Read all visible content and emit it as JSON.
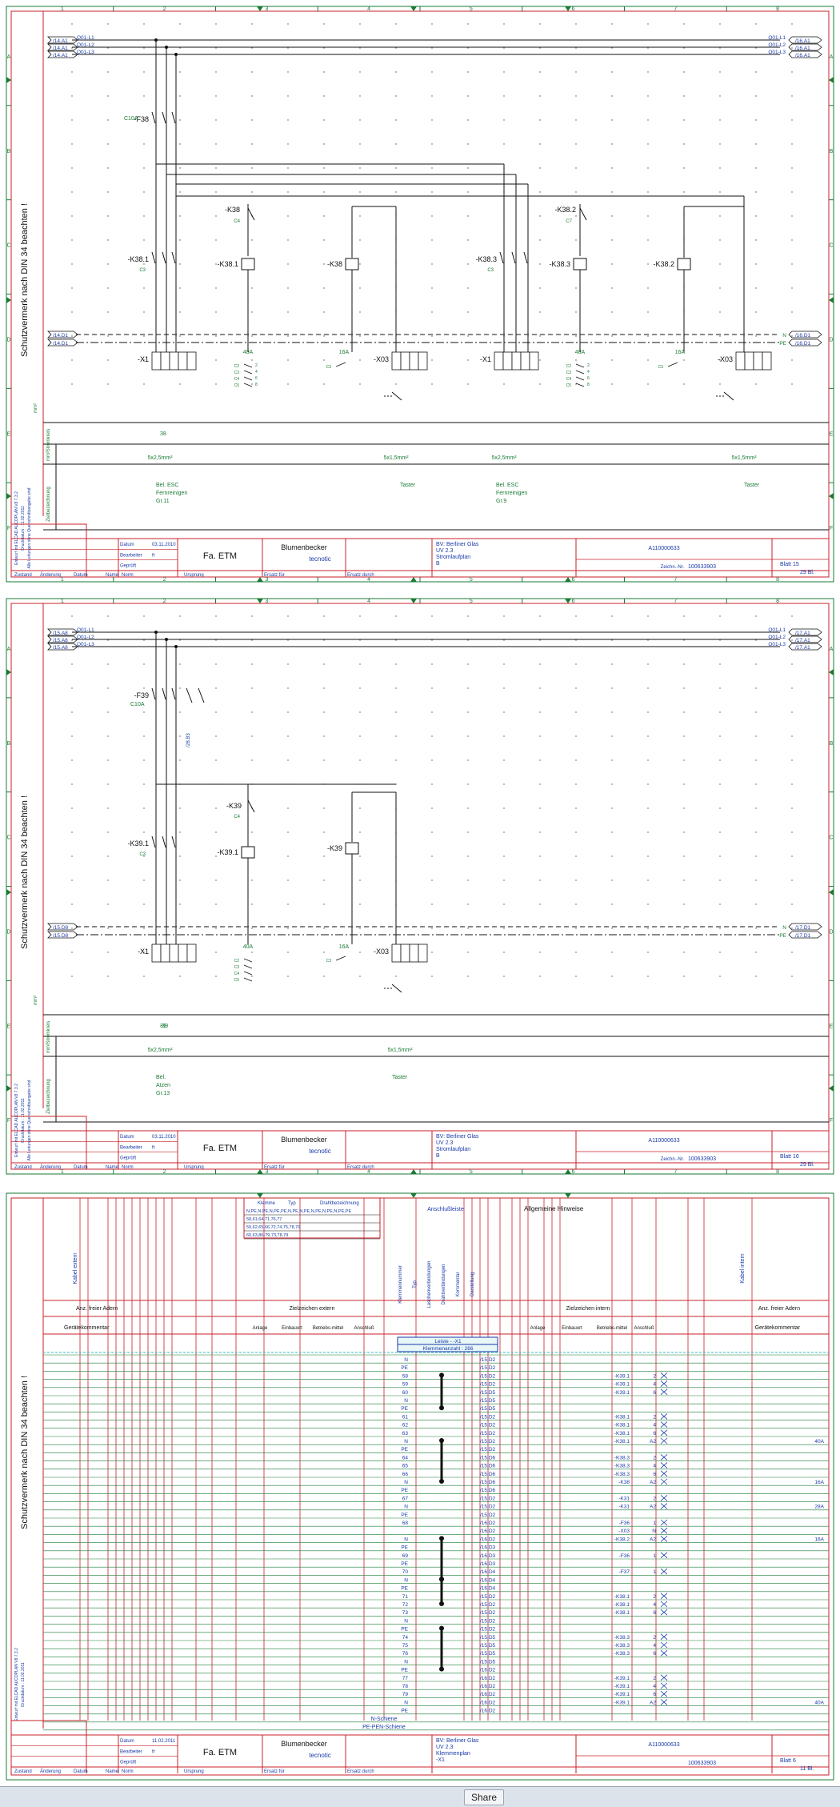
{
  "sheets": [
    {
      "cols": [
        "1",
        "2",
        "3",
        "4",
        "5",
        "6",
        "7",
        "8"
      ],
      "rows": [
        "A",
        "B",
        "C",
        "D",
        "E",
        "F"
      ],
      "protect_note": "Schutzvermerk nach DIN 34 beachten !",
      "bus_left": [
        {
          "ref": "/14.A1",
          "label": "Q01-L1"
        },
        {
          "ref": "/14.A1",
          "label": "Q01-L2"
        },
        {
          "ref": "/14.A1",
          "label": "Q01-L3"
        }
      ],
      "bus_right": [
        {
          "ref": "/16.A1",
          "label": "Q01-L1"
        },
        {
          "ref": "/16.A1",
          "label": "Q01-L2"
        },
        {
          "ref": "/16.A1",
          "label": "Q01-L3"
        }
      ],
      "n_left": [
        {
          "ref": "/14.D1"
        },
        {
          "ref": "/14.D1"
        }
      ],
      "n_right": [
        {
          "ref": "/16.D1",
          "label": "N"
        },
        {
          "ref": "/16.D1",
          "label": "PE"
        }
      ],
      "breaker": {
        "tag": "-F38",
        "rating": "C10A"
      },
      "contactors": [
        {
          "tag": "-K38",
          "sub": "C4"
        },
        {
          "tag": "-K38.1",
          "sub": "C3"
        },
        {
          "tag": "-K38.1",
          "sub": ""
        },
        {
          "tag": "-K38",
          "sub": ""
        },
        {
          "tag": "-K38.2",
          "sub": "C7"
        },
        {
          "tag": "-K38.3",
          "sub": "C3"
        },
        {
          "tag": "-K38.3",
          "sub": ""
        },
        {
          "tag": "-K38.2",
          "sub": ""
        }
      ],
      "terminals": [
        "-X1",
        "-X03",
        "-X1",
        "-X03"
      ],
      "ratings": [
        "40A",
        "16A",
        "40A",
        "16A"
      ],
      "circuit": "38",
      "cables": [
        "5x2,5mm²",
        "5x1,5mm²",
        "5x2,5mm²",
        "5x1,5mm²"
      ],
      "descs": [
        [
          "Bel. ESC",
          "Fernreinigen",
          "Gr.11"
        ],
        [
          "Taster"
        ],
        [
          "Bel. ESC",
          "Fernreinigen",
          "Gr.9"
        ],
        [
          "Taster"
        ]
      ],
      "side_labels": [
        "Stromkreis",
        "mm²",
        "Zielbezeichnung"
      ],
      "tb": {
        "datum": "Datum",
        "datum_v": "03.11.2010",
        "bearb": "Bearbeiter",
        "bearb_v": "fr",
        "gepr": "Geprüft",
        "firm": "Fa. ETM",
        "logo1": "Blumenbecker",
        "logo2": "tecnotic",
        "project1": "BV: Berliner Glas",
        "project2": "UV 2.3",
        "project3": "Stromlaufplan",
        "project4": "B",
        "order": "A110000633",
        "drawno_l": "Zeichn.-Nr.",
        "drawno": "100633903",
        "sheet": "Blatt 15",
        "sheet_total": "29 Bl.",
        "foot": [
          "Zustand",
          "Änderung",
          "Datum",
          "Name",
          "Norm",
          "Ursprung",
          "Ersatz für",
          "Ersatz durch"
        ]
      }
    },
    {
      "cols": [
        "1",
        "2",
        "3",
        "4",
        "5",
        "6",
        "7",
        "8"
      ],
      "rows": [
        "A",
        "B",
        "C",
        "D",
        "E",
        "F"
      ],
      "protect_note": "Schutzvermerk nach DIN 34 beachten !",
      "bus_left": [
        {
          "ref": "/15.A8",
          "label": "Q01-L1"
        },
        {
          "ref": "/15.A8",
          "label": "Q01-L2"
        },
        {
          "ref": "/15.A8",
          "label": "Q01-L3"
        }
      ],
      "bus_right": [
        {
          "ref": "/17.A1",
          "label": "Q01-L1"
        },
        {
          "ref": "/17.A1",
          "label": "Q01-L2"
        },
        {
          "ref": "/17.A1",
          "label": "Q01-L3"
        }
      ],
      "n_left": [
        {
          "ref": "/15.D8"
        },
        {
          "ref": "/15.D8"
        }
      ],
      "n_right": [
        {
          "ref": "/17.D1",
          "label": "N"
        },
        {
          "ref": "/17.D1",
          "label": "PE"
        }
      ],
      "breaker": {
        "tag": "-F39",
        "rating": "C10A",
        "ref": "/28.B3"
      },
      "contactors": [
        {
          "tag": "-K39",
          "sub": "C4"
        },
        {
          "tag": "-K39.1",
          "sub": "C3"
        },
        {
          "tag": "-K39.1",
          "sub": ""
        },
        {
          "tag": "-K39",
          "sub": ""
        }
      ],
      "terminals": [
        "-X1",
        "-X03"
      ],
      "ratings": [
        "40A",
        "16A"
      ],
      "circuit": "39",
      "cables": [
        "5x2,5mm²",
        "5x1,5mm²"
      ],
      "descs": [
        [
          "Bel.",
          "Atzen",
          "Gr.13"
        ],
        [
          "Taster"
        ]
      ],
      "side_labels": [
        "Stromkreis",
        "mm²",
        "Zielbezeichnung"
      ],
      "tb": {
        "datum": "Datum",
        "datum_v": "03.11.2010",
        "bearb": "Bearbeiter",
        "bearb_v": "fr",
        "gepr": "Geprüft",
        "firm": "Fa. ETM",
        "logo1": "Blumenbecker",
        "logo2": "tecnotic",
        "project1": "BV: Berliner Glas",
        "project2": "UV 2.3",
        "project3": "Stromlaufplan",
        "project4": "B",
        "order": "A110000633",
        "drawno_l": "Zeichn.-Nr.",
        "drawno": "100633903",
        "sheet": "Blatt 16",
        "sheet_total": "29 Bl.",
        "foot": [
          "Zustand",
          "Änderung",
          "Datum",
          "Name",
          "Norm",
          "Ursprung",
          "Ersatz für",
          "Ersatz durch"
        ]
      }
    }
  ],
  "terminal_sheet": {
    "protect_note": "Schutzvermerk nach DIN 34 beachten !",
    "kabel_extern": "Kabel extern",
    "kabel_intern": "Kabel intern",
    "header_rows": [
      "Klemme",
      "Typ",
      "Drahtbezeichnung"
    ],
    "header_lines": [
      "N,PE,N,PE,N,PE,PE,N,PE,N,PE,N,PE,N,PE,N,PE,PE",
      "58,61,64,71,76,77",
      "59,62,65,66,72,74,75,78,79",
      "60,63,86-79,73,78,79"
    ],
    "anschluss": "Anschlußleiste",
    "hinweise": "Allgemeine Hinweise",
    "vert_labels": [
      "Klemmennummer",
      "Typ",
      "Laschenverbindungen",
      "Drahtverbindungen",
      "Kommentar",
      "Darstellung"
    ],
    "left_head": {
      "adern": "Anz. freier Adern",
      "ziel": "Zielzeichen extern",
      "geraet": "Gerätekommentar",
      "cols": [
        "Anlage",
        "Einbauort",
        "Betriebs-mittel",
        "Anschluß"
      ]
    },
    "right_head": {
      "adern": "Anz. freier Adern",
      "ziel": "Zielzeichen intern",
      "geraet": "Gerätekommentar",
      "cols": [
        "Anlage",
        "Einbauort",
        "Betriebs-mittel",
        "Anschluß"
      ]
    },
    "leiste": "Leiste - -X1",
    "klemmen": "Klemmenanzahl : 266",
    "rows": [
      {
        "k": "N",
        "ref": "/15.D2",
        "bm": "",
        "a": "",
        "c": ""
      },
      {
        "k": "PE",
        "ref": "/15.D2",
        "bm": "",
        "a": "",
        "c": ""
      },
      {
        "k": "58",
        "ref": "/15.D2",
        "bm": "-K39.1",
        "a": "2",
        "c": ""
      },
      {
        "k": "59",
        "ref": "/15.D2",
        "bm": "-K39.1",
        "a": "4",
        "c": ""
      },
      {
        "k": "60",
        "ref": "/15.D5",
        "bm": "-K39.1",
        "a": "6",
        "c": ""
      },
      {
        "k": "N",
        "ref": "/15.D5",
        "bm": "",
        "a": "",
        "c": ""
      },
      {
        "k": "PE",
        "ref": "/15.D5",
        "bm": "",
        "a": "",
        "c": ""
      },
      {
        "k": "61",
        "ref": "/15.D2",
        "bm": "-K38.1",
        "a": "2",
        "c": ""
      },
      {
        "k": "62",
        "ref": "/15.D2",
        "bm": "-K38.1",
        "a": "4",
        "c": ""
      },
      {
        "k": "63",
        "ref": "/15.D2",
        "bm": "-K38.1",
        "a": "6",
        "c": ""
      },
      {
        "k": "N",
        "ref": "/15.D2",
        "bm": "-K38.1",
        "a": "A2",
        "c": "40A"
      },
      {
        "k": "PE",
        "ref": "/15.D2",
        "bm": "",
        "a": "",
        "c": ""
      },
      {
        "k": "64",
        "ref": "/15.D6",
        "bm": "-K38.3",
        "a": "2",
        "c": ""
      },
      {
        "k": "65",
        "ref": "/15.D6",
        "bm": "-K38.3",
        "a": "4",
        "c": ""
      },
      {
        "k": "66",
        "ref": "/15.D6",
        "bm": "-K38.3",
        "a": "6",
        "c": ""
      },
      {
        "k": "N",
        "ref": "/15.D6",
        "bm": "-K38",
        "a": "A2",
        "c": "16A"
      },
      {
        "k": "PE",
        "ref": "/15.D6",
        "bm": "",
        "a": "",
        "c": ""
      },
      {
        "k": "67",
        "ref": "/15.D2",
        "bm": "-K31",
        "a": "2",
        "c": ""
      },
      {
        "k": "N",
        "ref": "/15.D2",
        "bm": "-K31",
        "a": "A2",
        "c": "28A"
      },
      {
        "k": "PE",
        "ref": "/15.D2",
        "bm": "",
        "a": "",
        "c": ""
      },
      {
        "k": "68",
        "ref": "/16.D2",
        "bm": "-F36",
        "a": "1",
        "c": ""
      },
      {
        "k": "",
        "ref": "/16.D2",
        "bm": "-X03",
        "a": "N",
        "c": ""
      },
      {
        "k": "N",
        "ref": "/16.D2",
        "bm": "-K38.2",
        "a": "A2",
        "c": "16A"
      },
      {
        "k": "PE",
        "ref": "/16.D3",
        "bm": "",
        "a": "",
        "c": ""
      },
      {
        "k": "69",
        "ref": "/16.D3",
        "bm": "-F36",
        "a": "1",
        "c": ""
      },
      {
        "k": "PE",
        "ref": "/16.D3",
        "bm": "",
        "a": "",
        "c": ""
      },
      {
        "k": "70",
        "ref": "/16.D4",
        "bm": "-F37",
        "a": "1",
        "c": ""
      },
      {
        "k": "N",
        "ref": "/16.D4",
        "bm": "",
        "a": "",
        "c": ""
      },
      {
        "k": "PE",
        "ref": "/16.D4",
        "bm": "",
        "a": "",
        "c": ""
      },
      {
        "k": "71",
        "ref": "/15.D2",
        "bm": "-K38.1",
        "a": "2",
        "c": ""
      },
      {
        "k": "72",
        "ref": "/15.D2",
        "bm": "-K38.1",
        "a": "4",
        "c": ""
      },
      {
        "k": "73",
        "ref": "/15.D2",
        "bm": "-K38.1",
        "a": "6",
        "c": ""
      },
      {
        "k": "N",
        "ref": "/15.D2",
        "bm": "",
        "a": "",
        "c": ""
      },
      {
        "k": "PE",
        "ref": "/15.D2",
        "bm": "",
        "a": "",
        "c": ""
      },
      {
        "k": "74",
        "ref": "/15.D5",
        "bm": "-K38.3",
        "a": "2",
        "c": ""
      },
      {
        "k": "75",
        "ref": "/15.D5",
        "bm": "-K38.3",
        "a": "4",
        "c": ""
      },
      {
        "k": "76",
        "ref": "/15.D5",
        "bm": "-K38.3",
        "a": "6",
        "c": ""
      },
      {
        "k": "N",
        "ref": "/15.D5",
        "bm": "",
        "a": "",
        "c": ""
      },
      {
        "k": "PE",
        "ref": "/16.D2",
        "bm": "",
        "a": "",
        "c": ""
      },
      {
        "k": "77",
        "ref": "/16.D2",
        "bm": "-K39.1",
        "a": "2",
        "c": ""
      },
      {
        "k": "78",
        "ref": "/16.D2",
        "bm": "-K39.1",
        "a": "4",
        "c": ""
      },
      {
        "k": "79",
        "ref": "/16.D2",
        "bm": "-K39.1",
        "a": "6",
        "c": ""
      },
      {
        "k": "N",
        "ref": "/16.D2",
        "bm": "-K39.1",
        "a": "A2",
        "c": "40A"
      },
      {
        "k": "PE",
        "ref": "/16.D2",
        "bm": "",
        "a": "",
        "c": ""
      }
    ],
    "n_schiene": "N-Schiene",
    "pe_schiene": "PE-PEN-Schiene",
    "tb": {
      "datum": "Datum",
      "datum_v": "11.02.2011",
      "bearb": "Bearbeiter",
      "bearb_v": "fr",
      "gepr": "Geprüft",
      "firm": "Fa. ETM",
      "logo1": "Blumenbecker",
      "logo2": "tecnotic",
      "project1": "BV: Berliner Glas",
      "project2": "UV 2.3",
      "project3": "Klemmenplan",
      "project4": "-X1",
      "order": "A110000633",
      "drawno": "100633903",
      "sheet": "Blatt 6",
      "sheet_total": "11 Bl.",
      "foot": [
        "Zustand",
        "Änderung",
        "Datum",
        "Name",
        "Norm",
        "Ursprung",
        "Ersatz für",
        "Ersatz durch"
      ]
    }
  },
  "share": "Share"
}
